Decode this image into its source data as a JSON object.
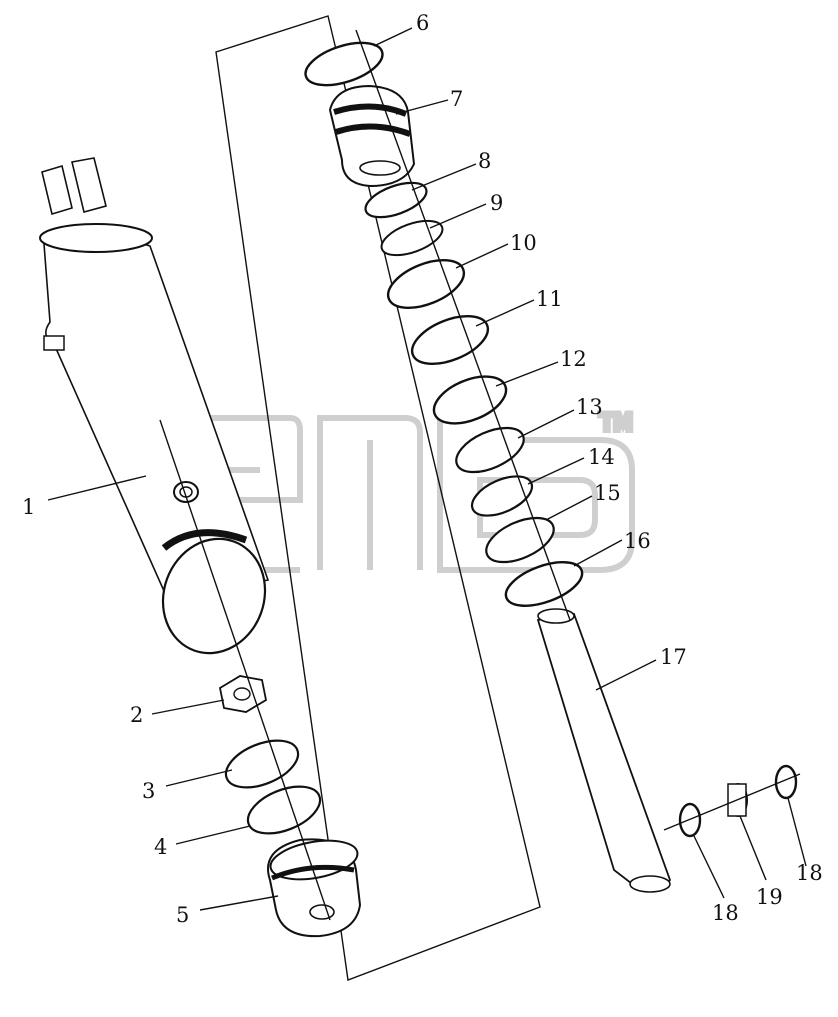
{
  "watermark": {
    "letters": "emb",
    "trademark": "TM"
  },
  "callouts": [
    {
      "id": "c1",
      "label": "1"
    },
    {
      "id": "c2",
      "label": "2"
    },
    {
      "id": "c3",
      "label": "3"
    },
    {
      "id": "c4",
      "label": "4"
    },
    {
      "id": "c5",
      "label": "5"
    },
    {
      "id": "c6",
      "label": "6"
    },
    {
      "id": "c7",
      "label": "7"
    },
    {
      "id": "c8",
      "label": "8"
    },
    {
      "id": "c9",
      "label": "9"
    },
    {
      "id": "c10",
      "label": "10"
    },
    {
      "id": "c11",
      "label": "11"
    },
    {
      "id": "c12",
      "label": "12"
    },
    {
      "id": "c13",
      "label": "13"
    },
    {
      "id": "c14",
      "label": "14"
    },
    {
      "id": "c15",
      "label": "15"
    },
    {
      "id": "c16",
      "label": "16"
    },
    {
      "id": "c17",
      "label": "17"
    },
    {
      "id": "c18a",
      "label": "18"
    },
    {
      "id": "c19",
      "label": "19"
    },
    {
      "id": "c18b",
      "label": "18"
    }
  ]
}
